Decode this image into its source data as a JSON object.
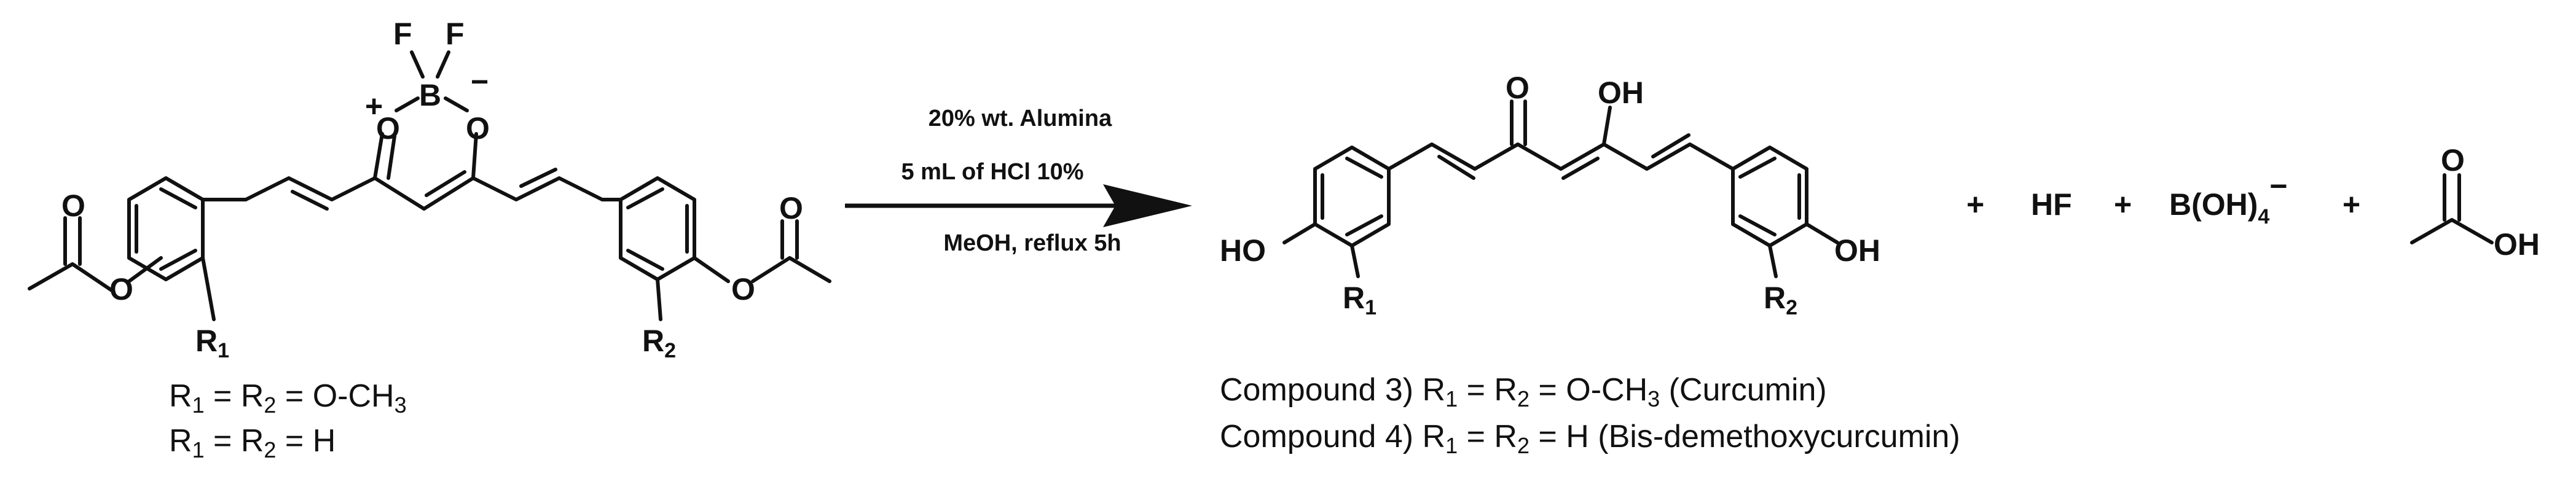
{
  "reactant": {
    "atoms": {
      "F1": "F",
      "F2": "F",
      "B": "B",
      "O_left": "O",
      "O_right": "O",
      "plus": "+",
      "minus": "−",
      "O_ester_left": "O",
      "O_carbonyl_left": "O",
      "O_ester_right": "O",
      "O_carbonyl_right": "O",
      "R1": "R",
      "R1_sub": "1",
      "R2": "R",
      "R2_sub": "2"
    },
    "captions": [
      {
        "parts": [
          "R",
          "1",
          " = R",
          "2",
          " = O-CH",
          "3",
          ""
        ]
      },
      {
        "parts": [
          "R",
          "1",
          " = R",
          "2",
          " = H",
          "",
          ""
        ]
      }
    ]
  },
  "conditions": {
    "line1": "20% wt. Alumina",
    "line2": "5 mL of HCl 10%",
    "line3": "MeOH, reflux 5h"
  },
  "product": {
    "atoms": {
      "O_keto": "O",
      "OH_enol": "OH",
      "HO_left": "HO",
      "OH_right": "OH",
      "R1": "R",
      "R1_sub": "1",
      "R2": "R",
      "R2_sub": "2"
    },
    "captions": [
      {
        "prefix": "Compound 3) ",
        "parts": [
          "R",
          "1",
          " = R",
          "2",
          " = O-CH",
          "3",
          " (Curcumin)"
        ]
      },
      {
        "prefix": "Compound 4) ",
        "parts": [
          "R",
          "1",
          " = R",
          "2",
          " = H",
          "",
          " (Bis-demethoxycurcumin)"
        ]
      }
    ]
  },
  "byproducts": {
    "plus1": "+",
    "hf": "HF",
    "plus2": "+",
    "borate": "B(OH)",
    "borate_sub": "4",
    "borate_charge": "−",
    "plus3": "+",
    "acetic_O": "O",
    "acetic_OH": "OH"
  }
}
